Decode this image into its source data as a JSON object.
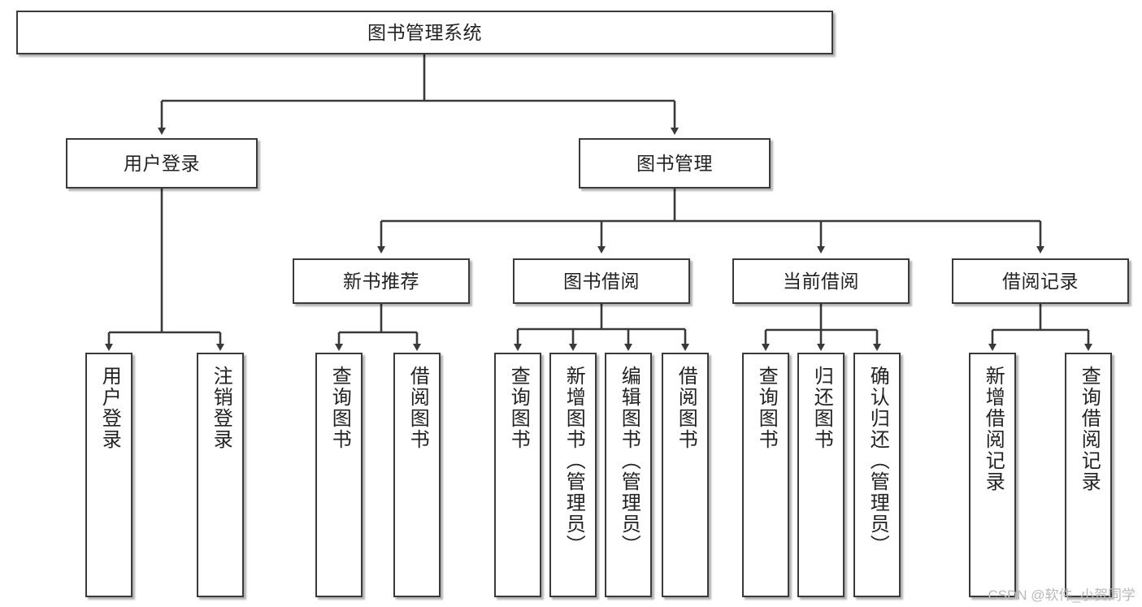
{
  "diagram": {
    "type": "tree",
    "title": "图书管理系统",
    "watermark": "CSDN @软件_小贺同学",
    "colors": {
      "box_border": "#3a3a3a",
      "box_fill": "#ffffff",
      "edge": "#3a3a3a",
      "text": "#222222",
      "watermark": "#b9b9b9"
    },
    "nodes": {
      "root": {
        "label": "图书管理系统"
      },
      "level2": [
        {
          "label": "用户登录"
        },
        {
          "label": "图书管理"
        }
      ],
      "level3": [
        {
          "label": "新书推荐"
        },
        {
          "label": "图书借阅"
        },
        {
          "label": "当前借阅"
        },
        {
          "label": "借阅记录"
        }
      ],
      "leaves": {
        "user_login": [
          {
            "label": "用户登录"
          },
          {
            "label": "注销登录"
          }
        ],
        "new_book": [
          {
            "label": "查询图书"
          },
          {
            "label": "借阅图书"
          }
        ],
        "book_borrow": [
          {
            "label": "查询图书"
          },
          {
            "label": "新增图书（管理员）"
          },
          {
            "label": "编辑图书（管理员）"
          },
          {
            "label": "借阅图书"
          }
        ],
        "current_borrow": [
          {
            "label": "查询图书"
          },
          {
            "label": "归还图书"
          },
          {
            "label": "确认归还（管理员）"
          }
        ],
        "borrow_record": [
          {
            "label": "新增借阅记录"
          },
          {
            "label": "查询借阅记录"
          }
        ]
      }
    }
  }
}
